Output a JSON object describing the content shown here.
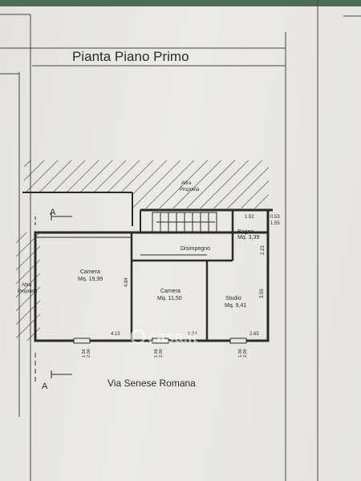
{
  "title": "Pianta Piano Primo",
  "street": "Via Senese Romana",
  "section_marker": "A",
  "watermark": "casa.it",
  "neighbor_top": {
    "line1": "Altra",
    "line2": "Proprietà"
  },
  "neighbor_left": {
    "line1": "Altra",
    "line2": "Proprietà"
  },
  "rooms": [
    {
      "name": "Camera",
      "area": "Mq. 19,99"
    },
    {
      "name": "Camera",
      "area": "Mq. 11,50"
    },
    {
      "name": "Studio",
      "area": "Mq. 9,41"
    },
    {
      "name": "Bagno",
      "area": "Mq. 3,39"
    },
    {
      "name": "Disimpegno",
      "area": ""
    }
  ],
  "dimensions": {
    "d1": "4.84",
    "d2": "4.13",
    "d3": "3.34",
    "d4": "2.65",
    "d5": "3.55",
    "d6": "1.52",
    "d7": "2.23",
    "d8": "0.53",
    "d9": "1.55",
    "w1": "1.56",
    "w2": "2.00",
    "w3": "1.56",
    "w4": "2.00",
    "w5": "1.00",
    "w6": "2.00"
  },
  "colors": {
    "line": "#2a2a2a",
    "hatch": "#3a3a3a",
    "paper": "#e8e7e4"
  }
}
